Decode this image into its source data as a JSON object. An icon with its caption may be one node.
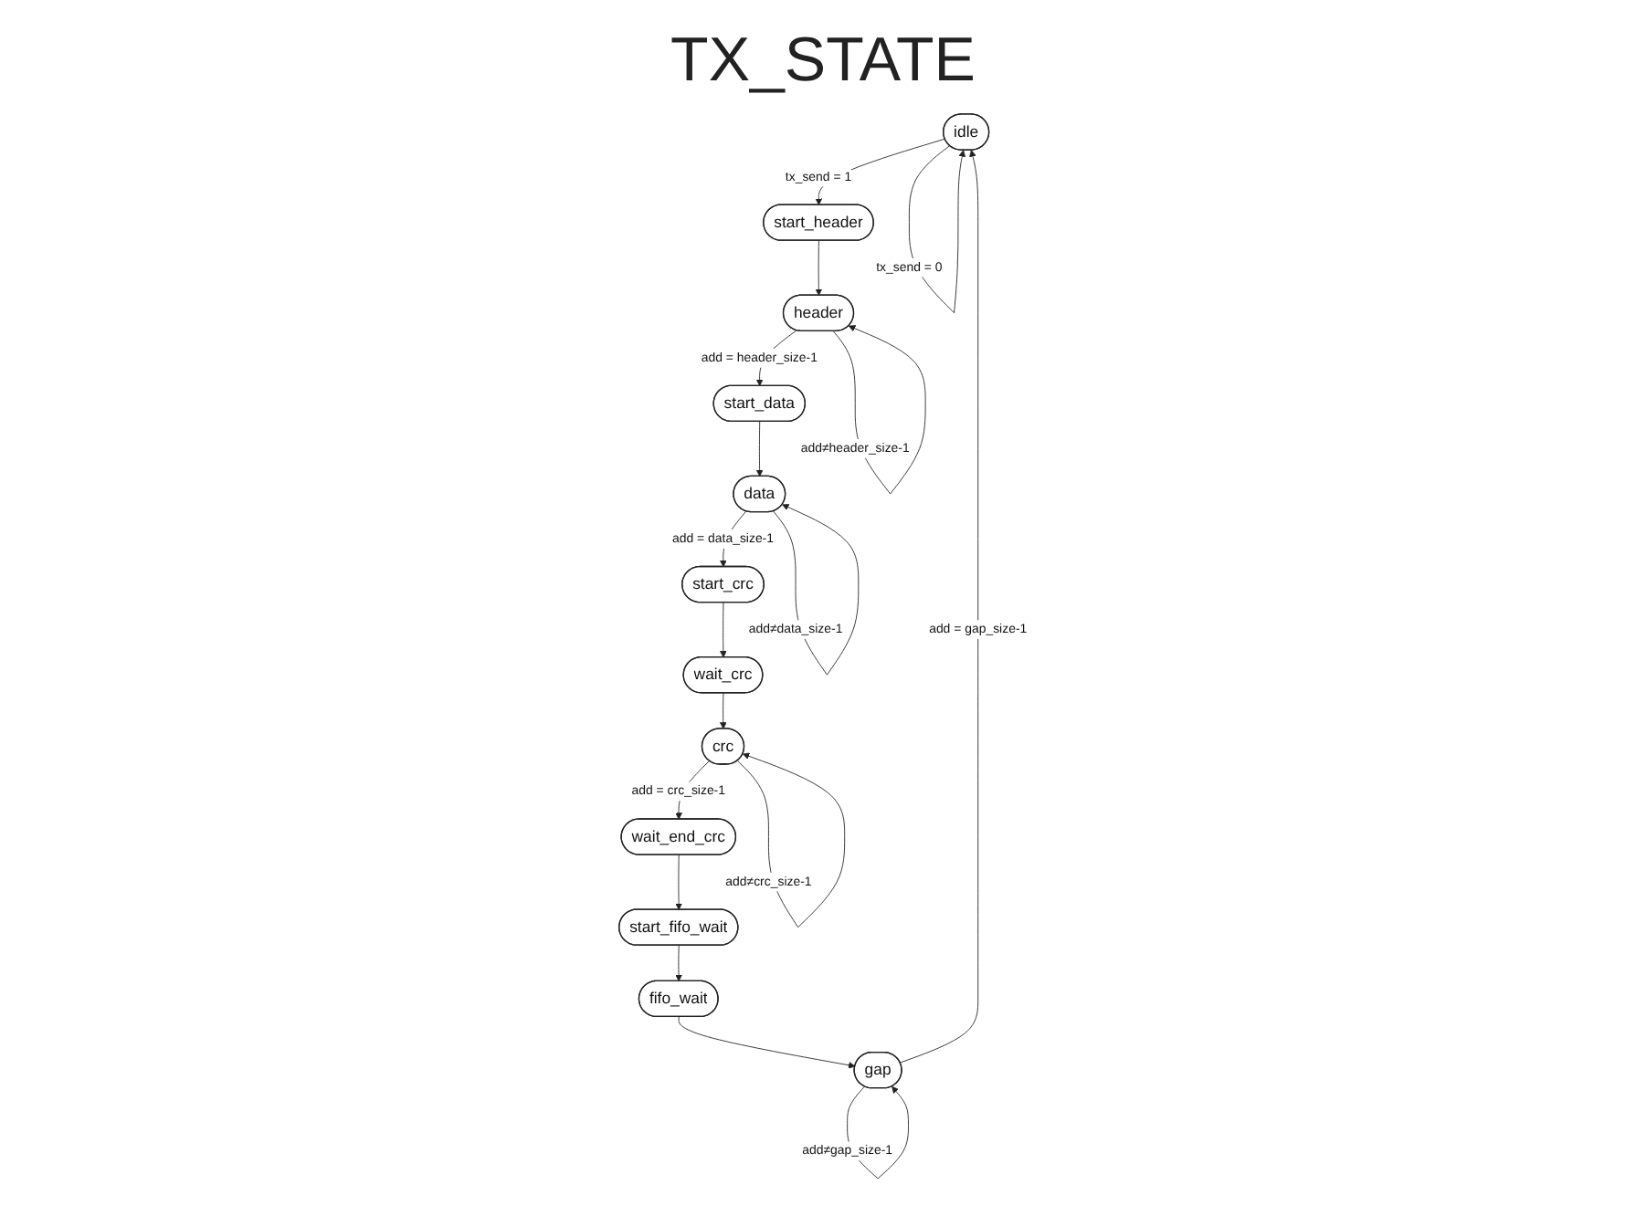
{
  "diagram": {
    "title": "TX_STATE",
    "nodes": [
      {
        "text": [
          "idle"
        ]
      },
      {
        "text": [
          "start_header"
        ]
      },
      {
        "text": [
          "header"
        ]
      },
      {
        "text": [
          "start_data"
        ]
      },
      {
        "text": [
          "data"
        ]
      },
      {
        "text": [
          "wait_end_crc"
        ]
      },
      {
        "text": [
          "wait_crc"
        ]
      },
      {
        "text": [
          "start_fifo_wait"
        ]
      },
      {
        "text": [
          "crc"
        ]
      },
      {
        "text": [
          "start_crc"
        ]
      },
      {
        "text": [
          "fifo_wait"
        ]
      },
      {
        "text": [
          "gap"
        ]
      }
    ],
    "edges": [
      {
        "from": 0,
        "to": 0,
        "arrow": "to",
        "label": "tx_send = 0"
      },
      {
        "from": 0,
        "to": 1,
        "arrow": "to",
        "label": "tx_send = 1"
      },
      {
        "from": 1,
        "to": 2,
        "arrow": "to"
      },
      {
        "from": 2,
        "to": 3,
        "arrow": "to",
        "label": "add = header_size-1"
      },
      {
        "from": 2,
        "to": 2,
        "arrow": "to",
        "label": "add≠header_size-1"
      },
      {
        "from": 3,
        "to": 4,
        "arrow": "to"
      },
      {
        "from": 4,
        "to": 4,
        "arrow": "to",
        "label": "add≠data_size-1"
      },
      {
        "from": 4,
        "to": 9,
        "arrow": "to",
        "label": "add = data_size-1"
      },
      {
        "from": 9,
        "to": 6,
        "arrow": "to"
      },
      {
        "from": 6,
        "to": 8,
        "arrow": "to"
      },
      {
        "from": 8,
        "to": 5,
        "arrow": "to",
        "label": "add = crc_size-1"
      },
      {
        "from": 8,
        "to": 8,
        "arrow": "to",
        "label": "add≠crc_size-1"
      },
      {
        "from": 5,
        "to": 7,
        "arrow": "to"
      },
      {
        "from": 7,
        "to": 10,
        "arrow": "to"
      },
      {
        "from": 10,
        "to": 11,
        "arrow": "to"
      },
      {
        "from": 11,
        "to": 11,
        "arrow": "to",
        "label": "add≠gap_size-1"
      },
      {
        "from": 11,
        "to": 0,
        "arrow": "to",
        "label": "add = gap_size-1"
      }
    ]
  }
}
